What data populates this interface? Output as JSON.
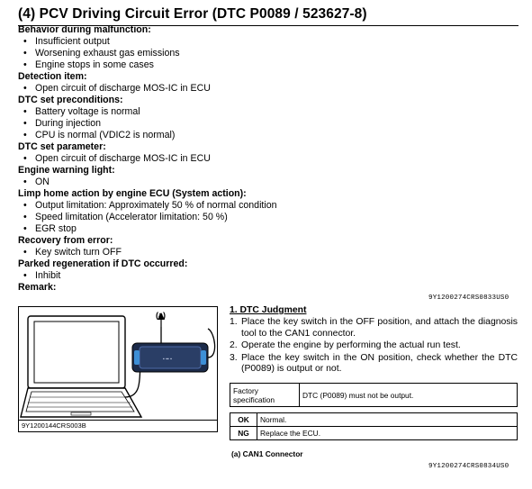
{
  "title": "(4)   PCV Driving Circuit Error (DTC P0089 / 523627-8)",
  "sections": [
    {
      "heading": "Behavior during malfunction:",
      "items": [
        "Insufficient output",
        "Worsening exhaust gas emissions",
        "Engine stops in some cases"
      ]
    },
    {
      "heading": "Detection item:",
      "items": [
        "Open circuit of discharge MOS-IC in ECU"
      ]
    },
    {
      "heading": "DTC set preconditions:",
      "items": [
        "Battery voltage is normal",
        "During injection",
        "CPU is normal (VDIC2 is normal)"
      ]
    },
    {
      "heading": "DTC set parameter:",
      "items": [
        "Open circuit of discharge MOS-IC in ECU"
      ]
    },
    {
      "heading": "Engine warning light:",
      "items": [
        "ON"
      ]
    },
    {
      "heading": "Limp home action by engine ECU (System action):",
      "items": [
        "Output limitation: Approximately 50 % of normal condition",
        "Speed limitation (Accelerator limitation: 50 %)",
        "EGR stop"
      ]
    },
    {
      "heading": "Recovery from error:",
      "items": [
        "Key switch turn OFF"
      ]
    },
    {
      "heading": "Parked regeneration if DTC occurred:",
      "items": [
        "Inhibit"
      ]
    },
    {
      "heading": "Remark:",
      "items": []
    }
  ],
  "bullet": "•",
  "figure": {
    "caption": "9Y1200144CRS003B",
    "callout": "(a)"
  },
  "code_top": "9Y1200274CRS0833US0",
  "code_bottom": "9Y1200274CRS0834US0",
  "procedure": {
    "heading": "1. DTC Judgment",
    "steps": [
      {
        "n": "1.",
        "text": "Place the key switch in the OFF position, and attach the diagnosis tool to the CAN1 connector."
      },
      {
        "n": "2.",
        "text": "Operate the engine by performing the actual run test."
      },
      {
        "n": "3.",
        "text": "Place the key switch in the ON position, check whether the DTC (P0089) is output or not."
      }
    ]
  },
  "spec": {
    "label": "Factory specification",
    "value": "DTC (P0089) must not be output."
  },
  "results": [
    {
      "key": "OK",
      "value": "Normal."
    },
    {
      "key": "NG",
      "value": "Replace the ECU."
    }
  ],
  "legend": "(a)   CAN1 Connector"
}
